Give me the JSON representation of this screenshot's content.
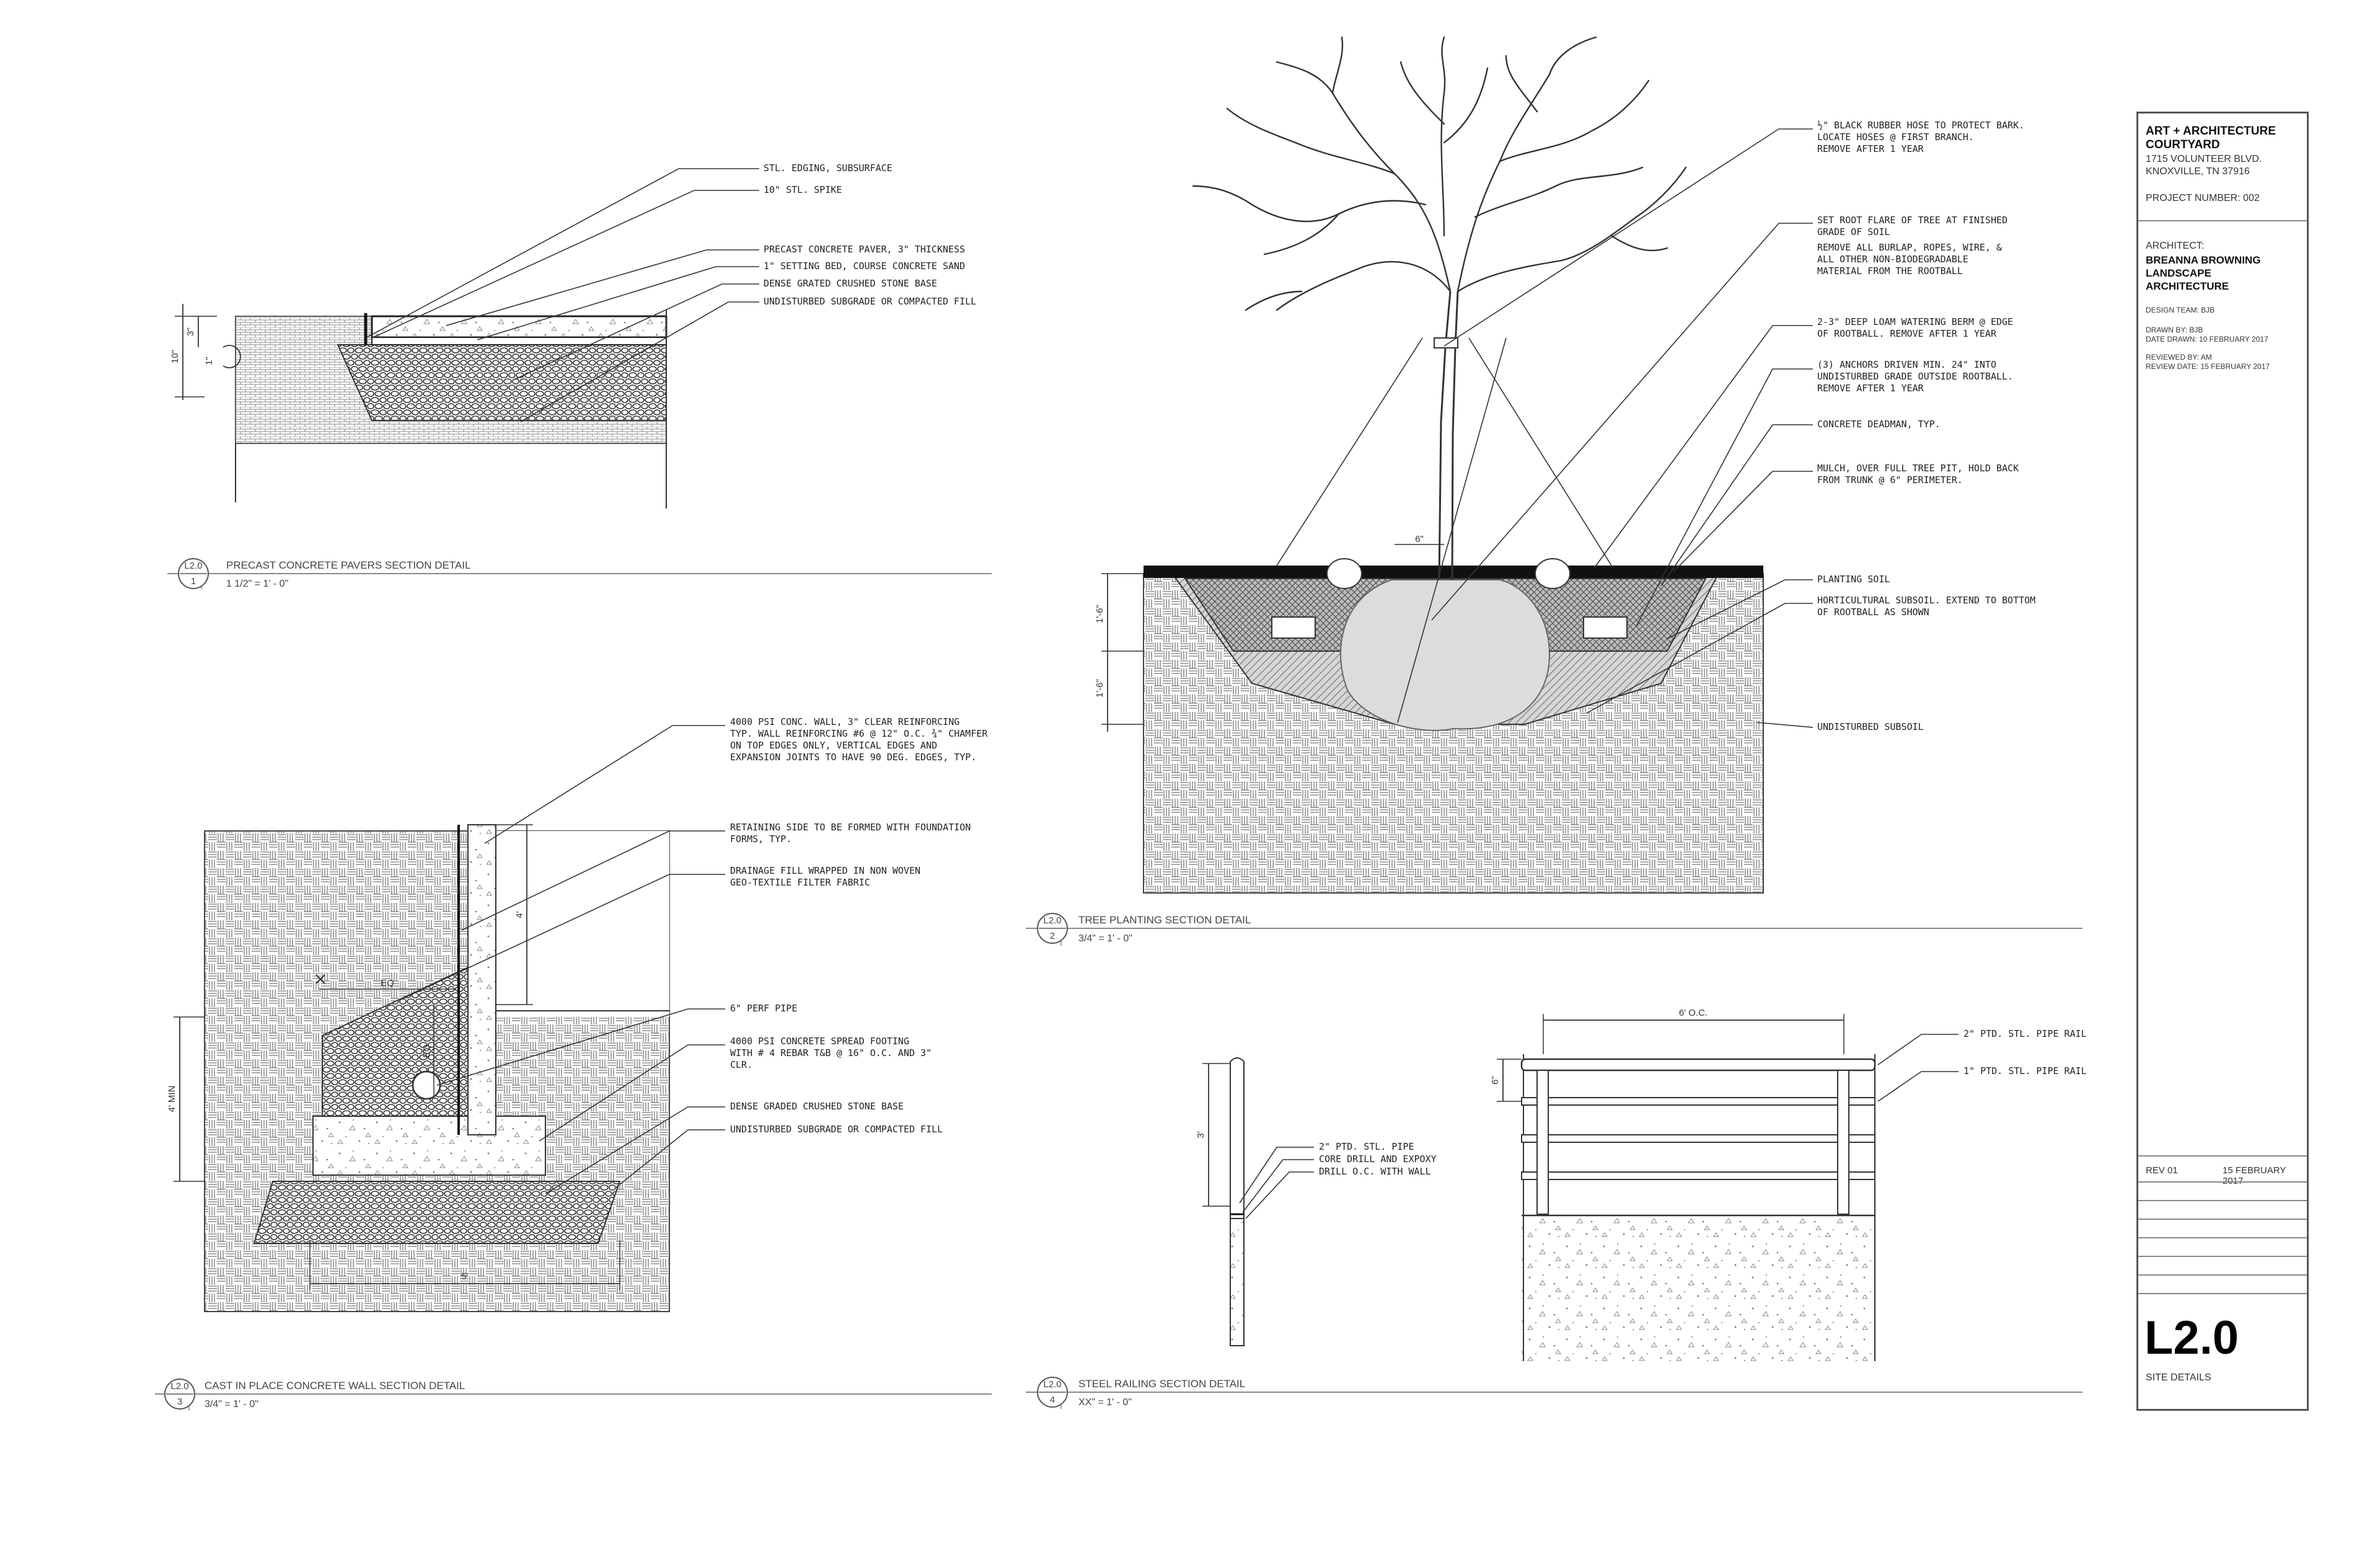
{
  "details": {
    "d1": {
      "sheet": "L2.0",
      "num": "1",
      "title": "PRECAST CONCRETE PAVERS SECTION DETAIL",
      "scale": "1 1/2\" = 1' - 0\""
    },
    "d2": {
      "sheet": "L2.0",
      "num": "2",
      "title": "TREE PLANTING SECTION DETAIL",
      "scale": "3/4\" = 1' - 0\""
    },
    "d3": {
      "sheet": "L2.0",
      "num": "3",
      "title": "CAST IN PLACE CONCRETE WALL SECTION DETAIL",
      "scale": "3/4\" = 1' - 0\""
    },
    "d4": {
      "sheet": "L2.0",
      "num": "4",
      "title": "STEEL RAILING SECTION DETAIL",
      "scale": "XX\" = 1' - 0\""
    }
  },
  "notes": {
    "d1": [
      "STL. EDGING, SUBSURFACE",
      "10\" STL. SPIKE",
      "PRECAST CONCRETE PAVER, 3\" THICKNESS",
      "1\" SETTING BED, COURSE CONCRETE SAND",
      "DENSE GRATED CRUSHED STONE BASE",
      "UNDISTURBED SUBGRADE OR COMPACTED FILL"
    ],
    "d2": [
      "½\" BLACK RUBBER HOSE TO PROTECT BARK.\nLOCATE HOSES @ FIRST BRANCH.\nREMOVE AFTER 1 YEAR",
      "SET ROOT FLARE OF TREE AT FINISHED\nGRADE OF SOIL",
      "REMOVE ALL BURLAP, ROPES, WIRE, &\nALL OTHER NON-BIODEGRADABLE\nMATERIAL FROM THE ROOTBALL",
      "2-3\" DEEP LOAM WATERING BERM @ EDGE\nOF ROOTBALL. REMOVE AFTER 1 YEAR",
      "(3) ANCHORS DRIVEN MIN. 24\" INTO\nUNDISTURBED GRADE OUTSIDE ROOTBALL.\nREMOVE AFTER 1 YEAR",
      "CONCRETE DEADMAN, TYP.",
      "MULCH, OVER FULL TREE PIT, HOLD BACK\nFROM TRUNK @ 6\" PERIMETER.",
      "PLANTING SOIL",
      "HORTICULTURAL SUBSOIL. EXTEND TO BOTTOM\nOF ROOTBALL AS SHOWN",
      "UNDISTURBED SUBSOIL"
    ],
    "d3": [
      "4000 PSI CONC. WALL, 3\" CLEAR REINFORCING\nTYP. WALL REINFORCING #6 @ 12\" O.C. ¾\" CHAMFER\nON TOP EDGES ONLY, VERTICAL EDGES AND\nEXPANSION JOINTS TO HAVE 90 DEG. EDGES, TYP.",
      "RETAINING SIDE TO BE FORMED WITH FOUNDATION\nFORMS, TYP.",
      "DRAINAGE FILL WRAPPED IN NON WOVEN\nGEO-TEXTILE FILTER FABRIC",
      "6\" PERF PIPE",
      "4000 PSI CONCRETE SPREAD FOOTING\nWITH # 4 REBAR T&B @ 16\" O.C. AND 3\"\nCLR.",
      "DENSE GRADED CRUSHED STONE BASE",
      "UNDISTURBED SUBGRADE OR COMPACTED FILL"
    ],
    "d4_post": [
      "2\" PTD. STL. PIPE",
      "CORE DRILL AND EXPOXY",
      "DRILL O.C. WITH WALL"
    ],
    "d4_rail": [
      "2\" PTD. STL. PIPE RAIL",
      "1\" PTD. STL. PIPE RAIL"
    ]
  },
  "dims": {
    "d1_3": "3\"",
    "d1_10": "10\"",
    "d1_1": "1\"",
    "d2_6": "6\"",
    "d2_16a": "1'-6\"",
    "d2_16b": "1'-6\"",
    "d3_4": "4'",
    "d3_eq1": "EQ",
    "d3_eq2": "EQ",
    "d3_4min": "4' MIN",
    "d3_5": "5'",
    "d4_3": "3'",
    "d4_6oc": "6' O.C.",
    "d4_6": "6\""
  },
  "titleblock": {
    "project": "ART + ARCHITECTURE\nCOURTYARD",
    "address": "1715 VOLUNTEER BLVD.\nKNOXVILLE, TN 37916",
    "project_number": "PROJECT NUMBER: 002",
    "architect_label": "ARCHITECT:",
    "architect": "BREANNA BROWNING\nLANDSCAPE\nARCHITECTURE",
    "design_team": "DESIGN TEAM: BJB",
    "drawn": "DRAWN BY: BJB\nDATE DRAWN: 10 FEBRUARY 2017",
    "reviewed": "REVIEWED BY: AM\nREVIEW DATE: 15 FEBRUARY 2017",
    "rev": "REV 01",
    "rev_date": "15 FEBRUARY 2017",
    "sheet_number": "L2.0",
    "sheet_title": "SITE DETAILS"
  }
}
